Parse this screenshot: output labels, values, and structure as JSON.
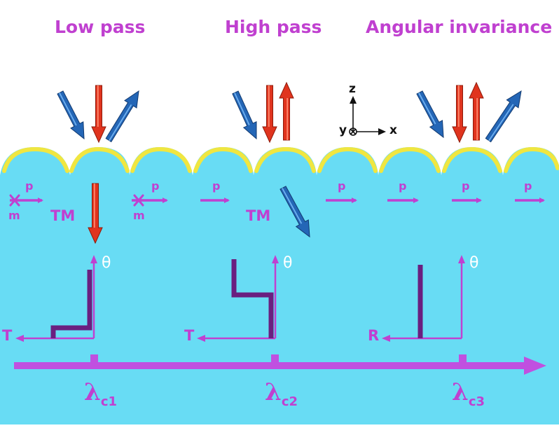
{
  "titles": {
    "low_pass": "Low pass",
    "high_pass": "High pass",
    "angular_invariance": "Angular invariance"
  },
  "coordinate_axes": {
    "z": "z",
    "y": "y",
    "x": "x"
  },
  "modes": {
    "p": "p",
    "m": "m",
    "tm": "TM"
  },
  "plot_labels": {
    "theta": "θ",
    "transmission": "T",
    "reflection": "R"
  },
  "wavelengths": {
    "lambda": "λ",
    "c1": "c1",
    "c2": "c2",
    "c3": "c3"
  },
  "colors": {
    "background": "#ffffff",
    "substrate": "#68dcf4",
    "metal_coating": "#f0e640",
    "label_purple": "#c040d0",
    "response_dark_purple": "#6a1f80",
    "incident_arrow_blue": "#2466b6",
    "vertical_arrow_red": "#e0341e",
    "axis_arrow": "#c050e0"
  }
}
